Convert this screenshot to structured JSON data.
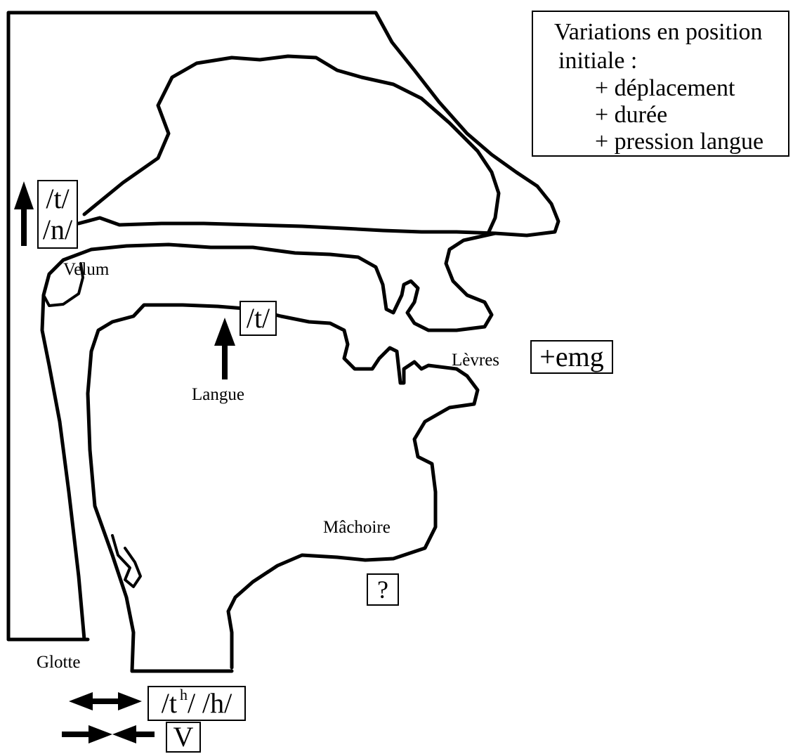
{
  "legend": {
    "title_line1": "Variations en position",
    "title_line2": "initiale :",
    "items": [
      "+ déplacement",
      "+ durée",
      "+ pression langue"
    ]
  },
  "labels": {
    "velum": "Velum",
    "langue": "Langue",
    "levres": "Lèvres",
    "machoire": "Mâchoire",
    "glotte": "Glotte"
  },
  "boxes": {
    "velum_t": "/t/",
    "velum_n": "/n/",
    "tongue_t": "/t/",
    "lips_emg": "+emg",
    "jaw": "?",
    "glottis_th_main": "/t",
    "glottis_th_sup": "h",
    "glottis_th_rest": "/ /h/",
    "glottis_v": "V"
  },
  "icons": {
    "velum_arrow": "arrow-up-icon",
    "tongue_arrow": "arrow-up-icon",
    "glottis_open": "double-arrow-horizontal-icon",
    "glottis_close": "converging-arrows-icon"
  },
  "colors": {
    "line": "#000000",
    "background": "#ffffff"
  }
}
